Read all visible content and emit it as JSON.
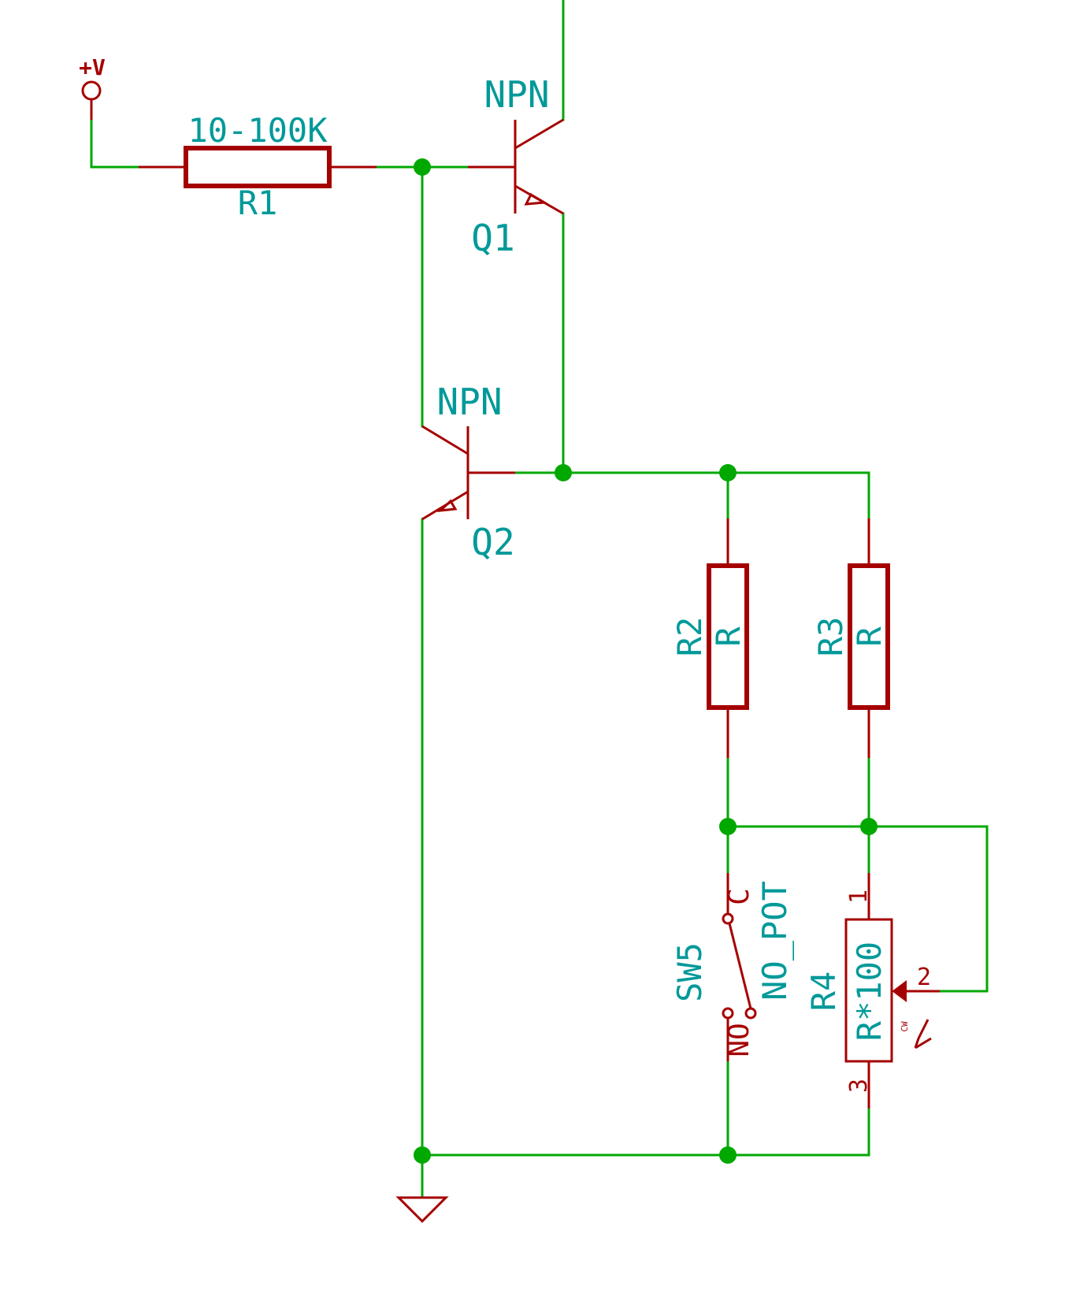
{
  "colors": {
    "wire": "#00a800",
    "component": "#a50000",
    "label": "#009999",
    "junction": "#00a800"
  },
  "power": {
    "label": "+V"
  },
  "r1": {
    "ref": "R1",
    "value": "10-100K"
  },
  "q1": {
    "ref": "Q1",
    "value": "NPN"
  },
  "q2": {
    "ref": "Q2",
    "value": "NPN"
  },
  "r2": {
    "ref": "R2",
    "value": "R"
  },
  "r3": {
    "ref": "R3",
    "value": "R"
  },
  "sw5": {
    "ref": "SW5",
    "value": "NO_POT",
    "pin_c": "C",
    "pin_no": "NO"
  },
  "r4": {
    "ref": "R4",
    "value": "R*100",
    "pin1": "1",
    "pin2": "2",
    "pin3": "3",
    "cw": "CW"
  },
  "icons": [
    "power-flag-icon",
    "ground-icon",
    "npn-transistor-icon",
    "resistor-icon",
    "potentiometer-icon",
    "switch-icon"
  ]
}
